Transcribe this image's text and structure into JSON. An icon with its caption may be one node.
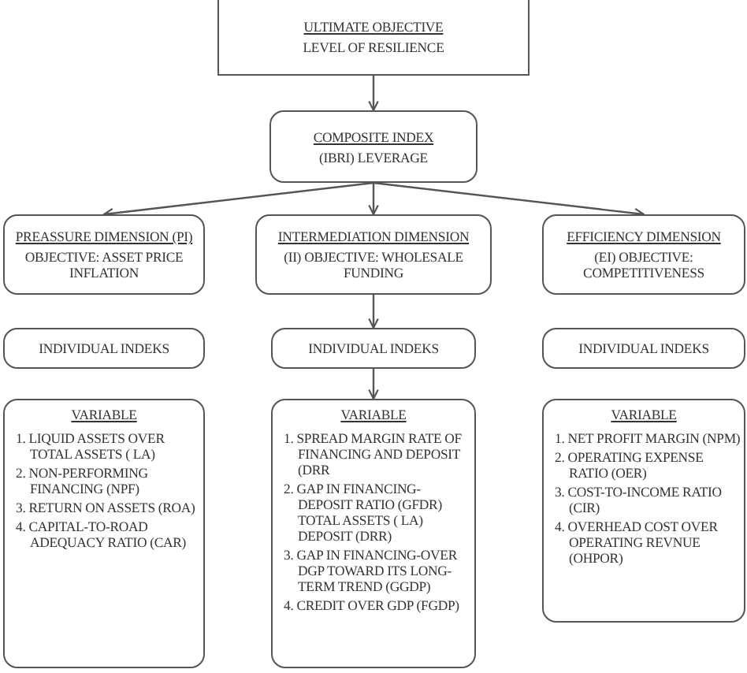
{
  "diagram": {
    "nodes": [
      {
        "text": [
          "ULTIMATE OBJECTIVE",
          "LEVEL OF RESILIENCE"
        ]
      },
      {
        "text": [
          "COMPOSITE INDEX",
          "(IBRI) LEVERAGE"
        ]
      },
      {
        "text": [
          "PREASSURE DIMENSION (PI)",
          "OBJECTIVE: ASSET PRICE INFLATION"
        ]
      },
      {
        "text": [
          "INTERMEDIATION DIMENSION",
          "(II) OBJECTIVE: WHOLESALE FUNDING"
        ]
      },
      {
        "text": [
          "EFFICIENCY DIMENSION",
          "(EI) OBJECTIVE: COMPETITIVENESS"
        ]
      },
      {
        "text": [
          "INDIVIDUAL INDEKS"
        ]
      },
      {
        "text": [
          "INDIVIDUAL INDEKS"
        ]
      },
      {
        "text": [
          "INDIVIDUAL INDEKS"
        ]
      },
      {
        "text": [
          "VARIABLE",
          "1. LIQUID ASSETS OVER TOTAL ASSETS ( LA)",
          "2. NON-PERFORMING FINANCING (NPF)",
          "3. RETURN ON ASSETS (ROA)",
          "4. CAPITAL-TO-ROAD ADEQUACY RATIO (CAR)"
        ]
      },
      {
        "text": [
          "VARIABLE",
          "1. SPREAD MARGIN RATE OF FINANCING AND DEPOSIT (DRR",
          "2. GAP IN FINANCING-DEPOSIT RATIO (GFDR) TOTAL ASSETS ( LA) DEPOSIT (DRR)",
          "3. GAP IN FINANCING-OVER DGP TOWARD ITS LONG-TERM TREND (GGDP)",
          "4. CREDIT OVER GDP (FGDP)"
        ]
      },
      {
        "text": [
          "VARIABLE",
          "1. NET PROFIT MARGIN (NPM)",
          "2. OPERATING EXPENSE RATIO (OER)",
          "3. COST-TO-INCOME RATIO (CIR)",
          "4. OVERHEAD COST OVER OPERATING REVNUE (OHPOR)"
        ]
      }
    ],
    "edges": [
      {
        "from": 0,
        "to": 1,
        "arrow": "to"
      },
      {
        "from": 1,
        "to": 2,
        "arrow": "to"
      },
      {
        "from": 1,
        "to": 3,
        "arrow": "to"
      },
      {
        "from": 1,
        "to": 4,
        "arrow": "to"
      },
      {
        "from": 3,
        "to": 6,
        "arrow": "to"
      },
      {
        "from": 6,
        "to": 9,
        "arrow": "to"
      }
    ]
  }
}
